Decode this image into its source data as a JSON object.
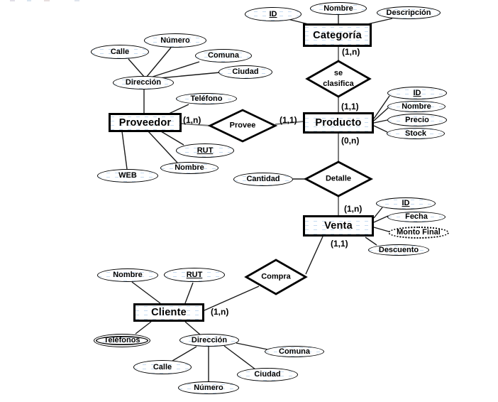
{
  "diagram": {
    "type": "entity-relationship",
    "entities": {
      "categoria": {
        "label": "Categoría"
      },
      "proveedor": {
        "label": "Proveedor"
      },
      "producto": {
        "label": "Producto"
      },
      "venta": {
        "label": "Venta"
      },
      "cliente": {
        "label": "Cliente"
      }
    },
    "relationships": {
      "se_clasifica": {
        "label": "se\nclasifica"
      },
      "provee": {
        "label": "Provee"
      },
      "detalle": {
        "label": "Detalle"
      },
      "compra": {
        "label": "Compra"
      }
    },
    "attributes": {
      "categoria": {
        "id": "ID",
        "nombre": "Nombre",
        "descripcion": "Descripción"
      },
      "proveedor": {
        "calle": "Calle",
        "numero": "Número",
        "comuna": "Comuna",
        "ciudad": "Ciudad",
        "direccion": "Dirección",
        "telefono": "Teléfono",
        "rut": "RUT",
        "nombre": "Nombre",
        "web": "WEB"
      },
      "producto": {
        "id": "ID",
        "nombre": "Nombre",
        "precio": "Precio",
        "stock": "Stock"
      },
      "detalle": {
        "cantidad": "Cantidad"
      },
      "venta": {
        "id": "ID",
        "fecha": "Fecha",
        "monto_final": "Monto Final",
        "descuento": "Descuento"
      },
      "cliente": {
        "nombre": "Nombre",
        "rut": "RUT",
        "telefonos": "Teléfonos",
        "direccion": "Dirección",
        "comuna": "Comuna",
        "calle": "Calle",
        "ciudad": "Ciudad",
        "numero": "Número"
      }
    },
    "cardinalities": {
      "categoria_se_clasifica": "(1,n)",
      "se_clasifica_producto": "(1,1)",
      "proveedor_provee": "(1,n)",
      "provee_producto": "(1,1)",
      "producto_detalle": "(0,n)",
      "detalle_venta": "(1,n)",
      "venta_compra": "(1,1)",
      "cliente_compra": "(1,n)"
    },
    "notation": {
      "key_attributes_underlined": [
        "Categoría.ID",
        "Producto.ID",
        "Venta.ID",
        "Proveedor.RUT",
        "Cliente.RUT"
      ],
      "derived_attribute_dotted": "Venta.Monto Final",
      "multivalued_attribute_double": "Cliente.Teléfonos"
    },
    "colors": {
      "background": "#ffffff",
      "shape_border": "#000000",
      "texture_blue": "#96bee6",
      "connector_gray": "#7d7d7d",
      "connector_black": "#1a1a1a"
    }
  }
}
